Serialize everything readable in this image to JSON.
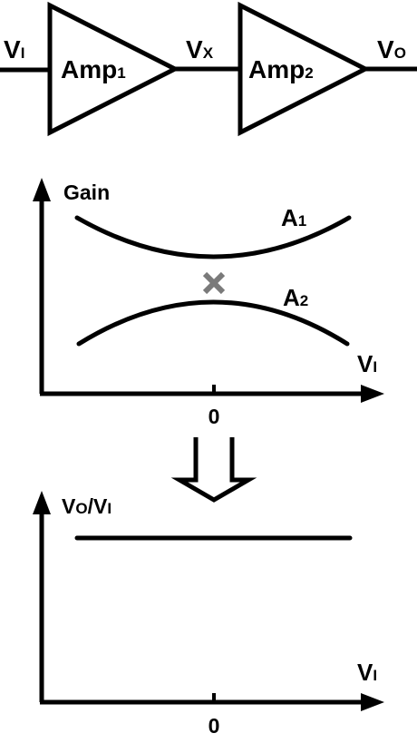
{
  "block_diagram": {
    "input": {
      "main": "V",
      "sub": "I"
    },
    "amp1": {
      "main": "Amp",
      "sub": "1"
    },
    "node": {
      "main": "V",
      "sub": "X"
    },
    "amp2": {
      "main": "Amp",
      "sub": "2"
    },
    "output": {
      "main": "V",
      "sub": "O"
    }
  },
  "gain_plot": {
    "ylabel": "Gain",
    "curve_a1": {
      "main": "A",
      "sub": "1"
    },
    "curve_a2": {
      "main": "A",
      "sub": "2"
    },
    "xlabel": {
      "main": "V",
      "sub": "I"
    },
    "origin_tick": "0",
    "cross_color": "#7a7a7a"
  },
  "result_plot": {
    "ylabel": {
      "v1": "V",
      "s1": "O",
      "slash": "/",
      "v2": "V",
      "s2": "I"
    },
    "xlabel": {
      "main": "V",
      "sub": "I"
    },
    "origin_tick": "0"
  }
}
